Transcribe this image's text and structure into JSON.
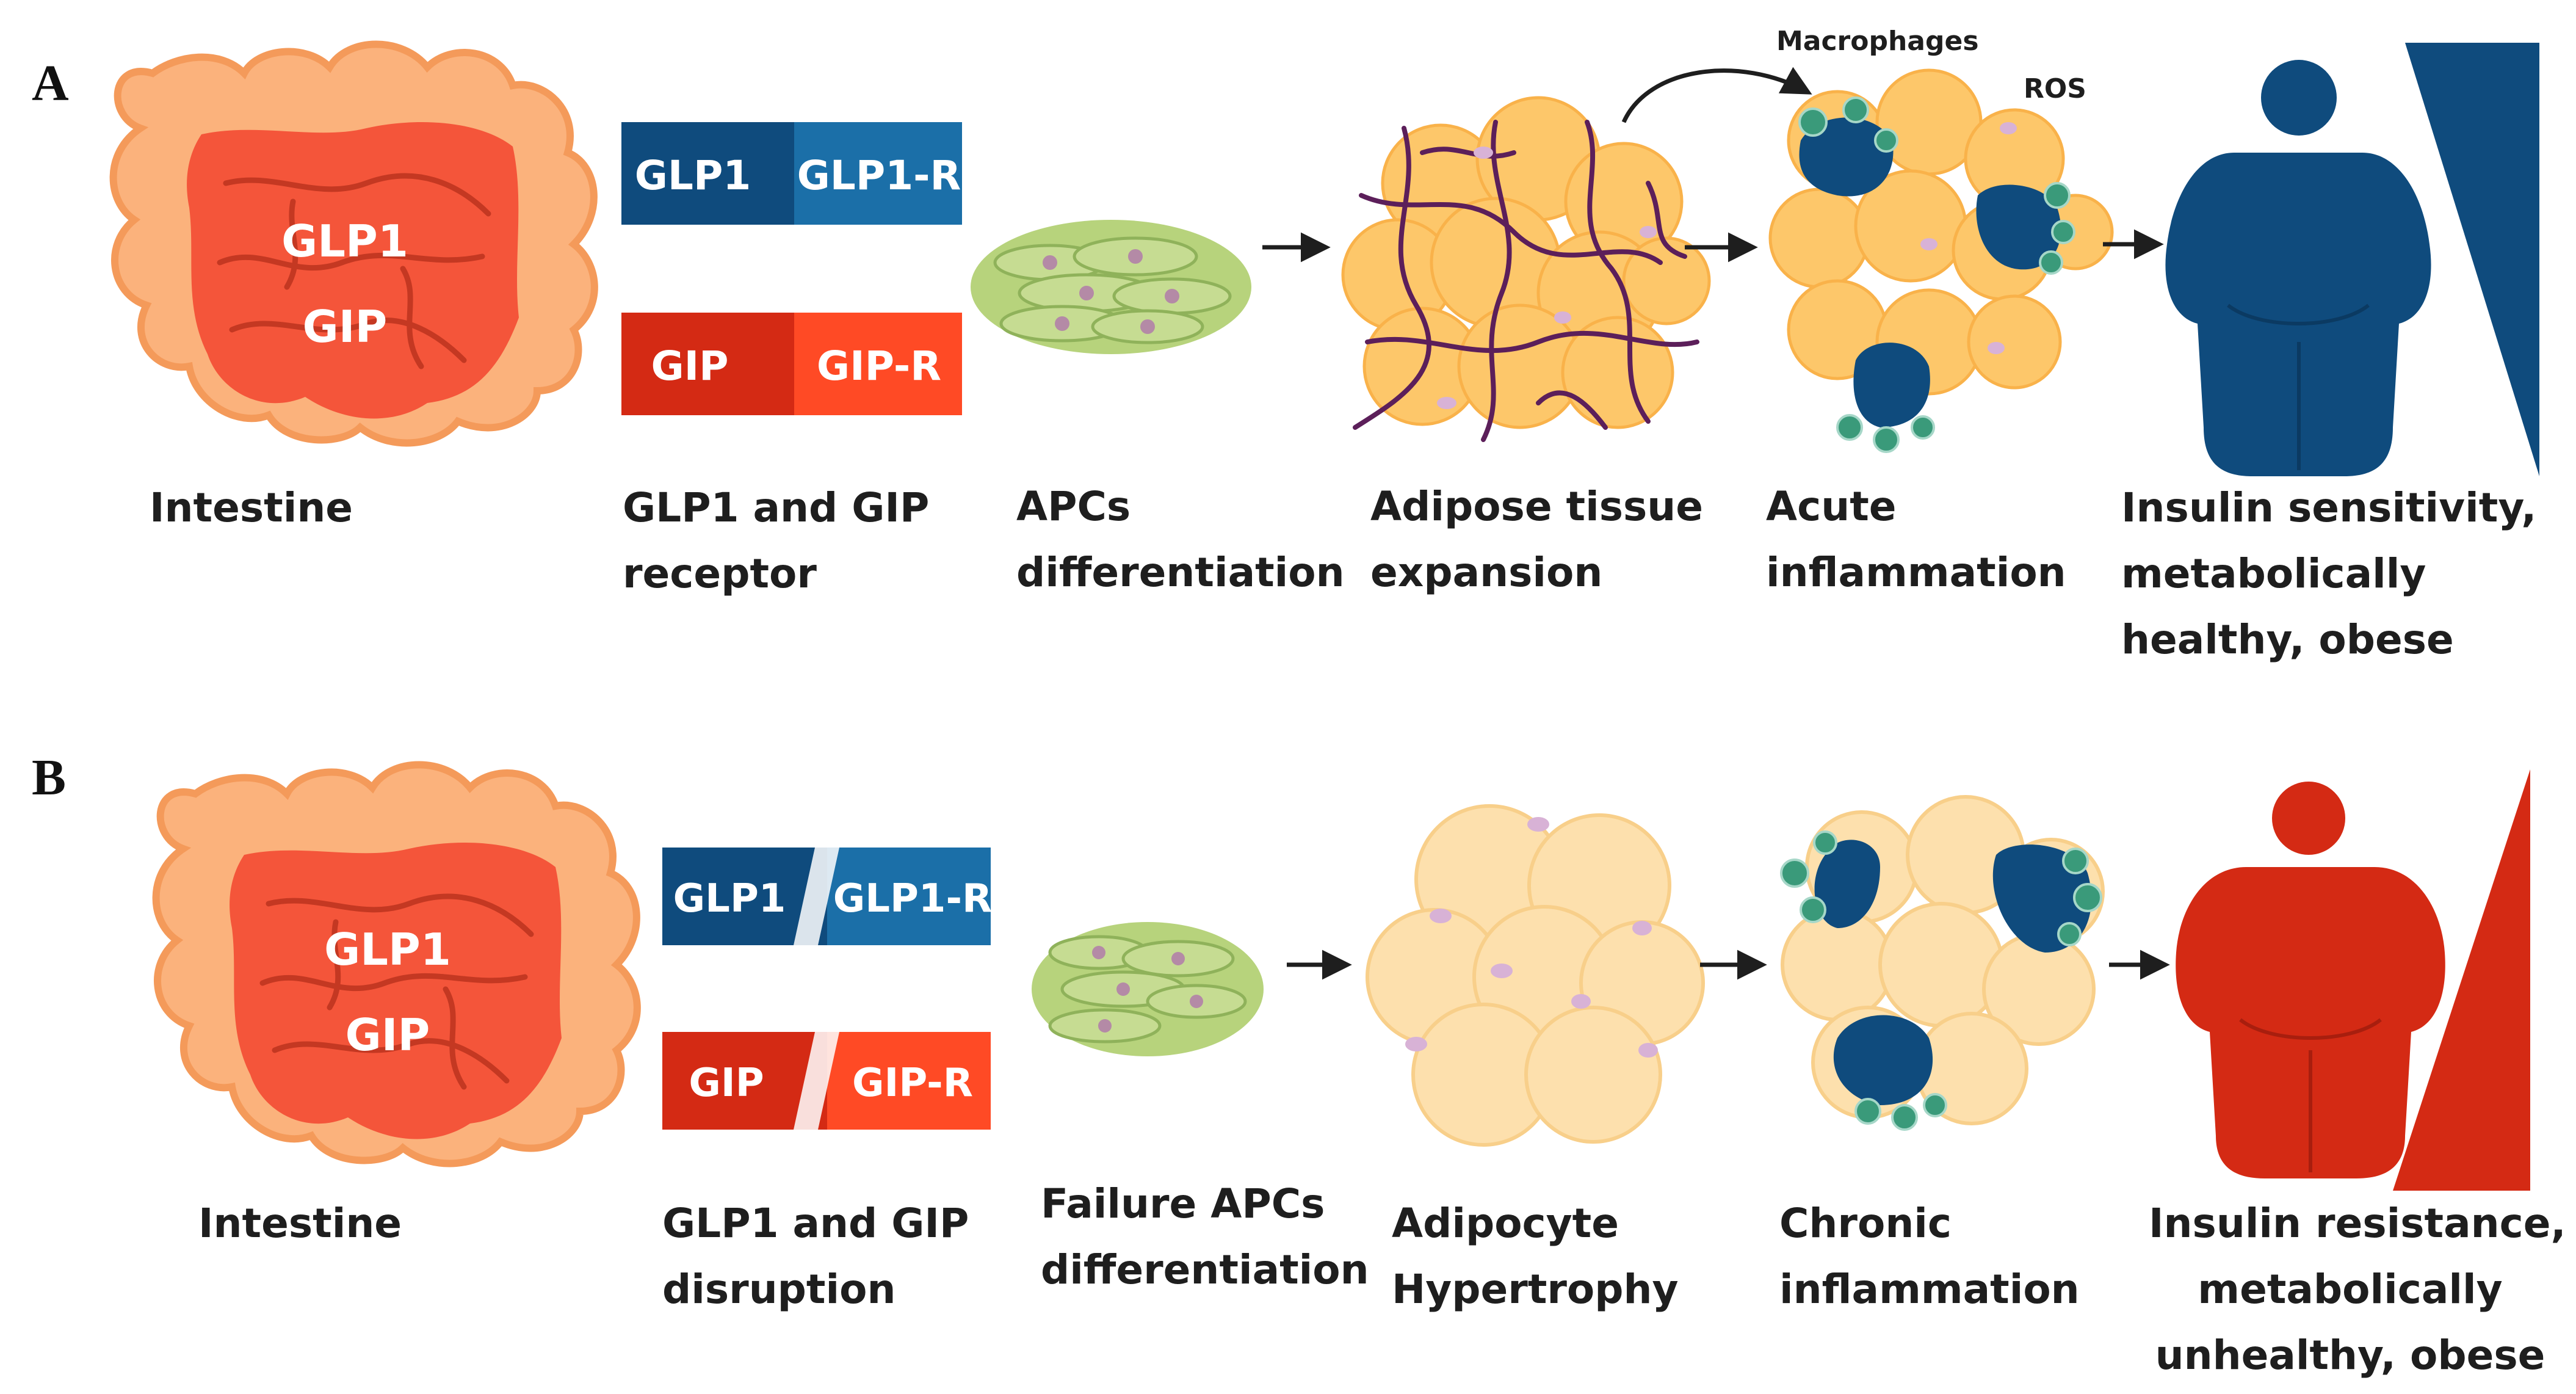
{
  "panels": [
    {
      "letter": "A",
      "intestine": {
        "caption": "Intestine",
        "hormone1": "GLP1",
        "hormone2": "GIP"
      },
      "receptors": {
        "glp1": "GLP1",
        "glp1r": "GLP1-R",
        "gip": "GIP",
        "gipr": "GIP-R",
        "caption1": "GLP1 and GIP",
        "caption2": "receptor"
      },
      "apcs": {
        "caption1": "APCs",
        "caption2": "differentiation"
      },
      "adipose": {
        "caption1": "Adipose tissue",
        "caption2": "expansion"
      },
      "inflammation": {
        "caption1": "Acute",
        "caption2": "inflammation",
        "macrophages_label": "Macrophages",
        "ros_label": "ROS"
      },
      "outcome": {
        "line1": "Insulin sensitivity,",
        "line2": "metabolically",
        "line3": "healthy, obese",
        "color": "#0f4b7d"
      }
    },
    {
      "letter": "B",
      "intestine": {
        "caption": "Intestine",
        "hormone1": "GLP1",
        "hormone2": "GIP"
      },
      "receptors": {
        "glp1": "GLP1",
        "glp1r": "GLP1-R",
        "gip": "GIP",
        "gipr": "GIP-R",
        "caption1": "GLP1 and GIP",
        "caption2": "disruption"
      },
      "apcs": {
        "caption1": "Failure APCs",
        "caption2": "differentiation"
      },
      "adipose": {
        "caption1": "Adipocyte",
        "caption2": "Hypertrophy"
      },
      "inflammation": {
        "caption1": "Chronic",
        "caption2": "inflammation"
      },
      "outcome": {
        "line1": "Insulin resistance,",
        "line2": "metabolically",
        "line3": "unhealthy, obese",
        "color": "#d42a14"
      }
    }
  ],
  "colors": {
    "blue": "#0f4b7d",
    "red": "#d42a14",
    "orange": "#ff4a25",
    "fat": "#fdc76a",
    "fat_pale": "#fde0ad",
    "green": "#a8c96a"
  }
}
